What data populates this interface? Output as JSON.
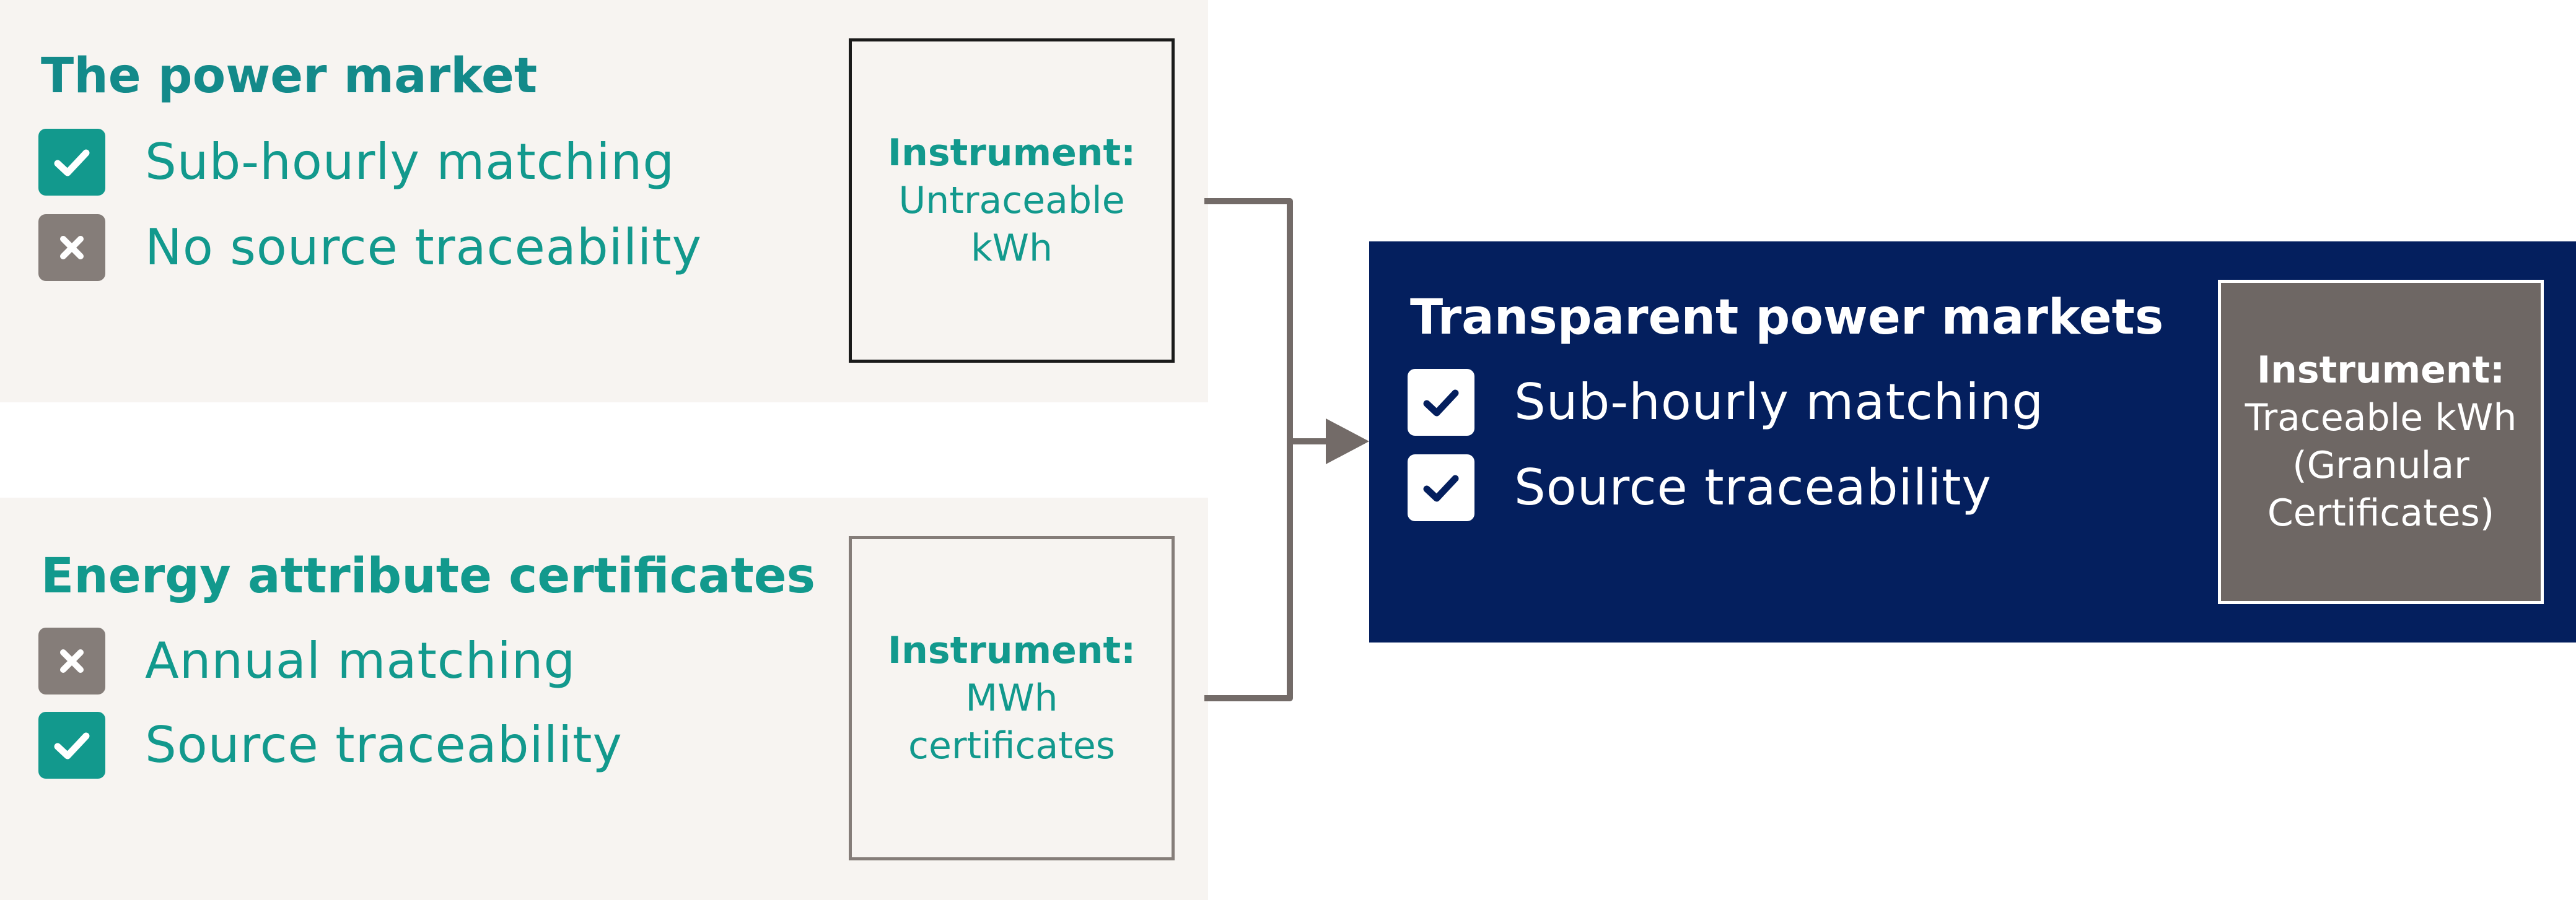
{
  "top_panel": {
    "title": "The power market",
    "items": [
      {
        "label": "Sub-hourly matching",
        "status": "check"
      },
      {
        "label": "No source traceability",
        "status": "cross"
      }
    ],
    "instrument": {
      "heading": "Instrument:",
      "value": "Untraceable\nkWh"
    }
  },
  "bottom_panel": {
    "title": "Energy attribute certificates",
    "items": [
      {
        "label": "Annual matching",
        "status": "cross"
      },
      {
        "label": "Source traceability",
        "status": "check"
      }
    ],
    "instrument": {
      "heading": "Instrument:",
      "value": "MWh\ncertificates"
    }
  },
  "result_panel": {
    "title": "Transparent power markets",
    "items": [
      {
        "label": "Sub-hourly matching",
        "status": "check"
      },
      {
        "label": "Source traceability",
        "status": "check"
      }
    ],
    "instrument": {
      "heading": "Instrument:",
      "value": "Traceable kWh\n(Granular\nCertificates)"
    }
  },
  "colors": {
    "light_panel": "#f7f4f1",
    "teal": "#12998d",
    "teal_title": "#138a8a",
    "grey_badge": "#857d79",
    "navy_panel": "#041f5e",
    "instrument_grey": "#6e6764",
    "connector": "#736b68"
  }
}
